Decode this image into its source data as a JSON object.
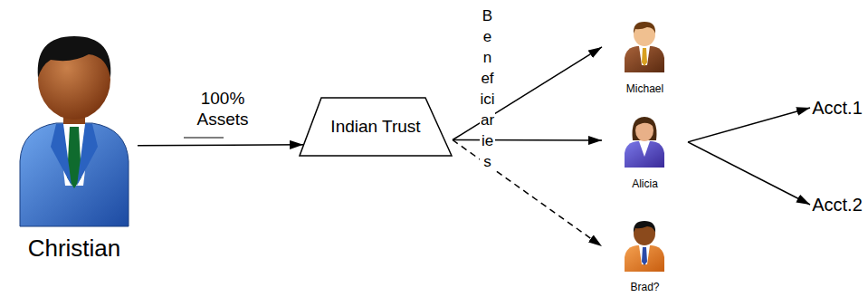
{
  "diagram": {
    "nodes": [
      {
        "text": [
          "Christian"
        ]
      },
      {
        "text": [
          "Indian Trust"
        ]
      },
      {
        "text": [
          "Michael"
        ]
      },
      {
        "text": [
          "Alicia"
        ]
      },
      {
        "text": [
          "Brad?"
        ]
      },
      {
        "text": [
          "Acct.1"
        ]
      },
      {
        "text": [
          "Acct.2"
        ]
      }
    ],
    "edges": [
      {
        "from": 0,
        "to": 1,
        "label": "100% Assets",
        "arrow": "to"
      },
      {
        "from": 1,
        "to": 2,
        "arrow": "to"
      },
      {
        "from": 1,
        "to": 3,
        "arrow": "to"
      },
      {
        "from": 1,
        "to": 4,
        "arrow": "to"
      },
      {
        "from": 3,
        "to": 5,
        "arrow": "to"
      },
      {
        "from": 3,
        "to": 6,
        "arrow": "to"
      }
    ],
    "labels": [
      "Beneficiaries"
    ]
  }
}
